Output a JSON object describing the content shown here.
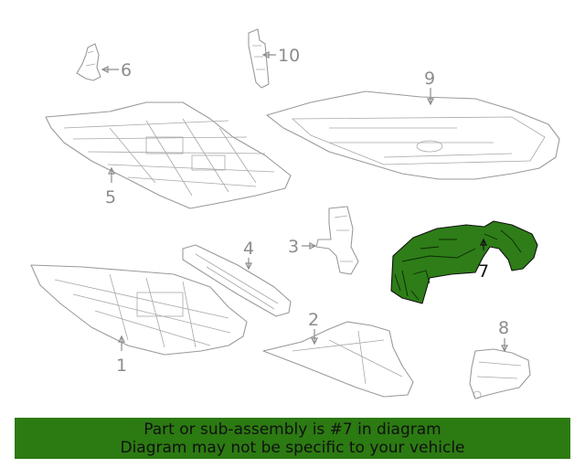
{
  "callouts": {
    "c1": "1",
    "c2": "2",
    "c3": "3",
    "c4": "4",
    "c5": "5",
    "c6": "6",
    "c7": "7",
    "c8": "8",
    "c9": "9",
    "c10": "10"
  },
  "highlighted_part": "7",
  "colors": {
    "highlight_fill": "#2e7d18",
    "banner_background": "#2c7a12",
    "line_art": "#9a9a9a"
  },
  "banner": {
    "line1": "Part or sub-assembly is #7 in diagram",
    "line2": "Diagram may not be specific to your vehicle"
  }
}
